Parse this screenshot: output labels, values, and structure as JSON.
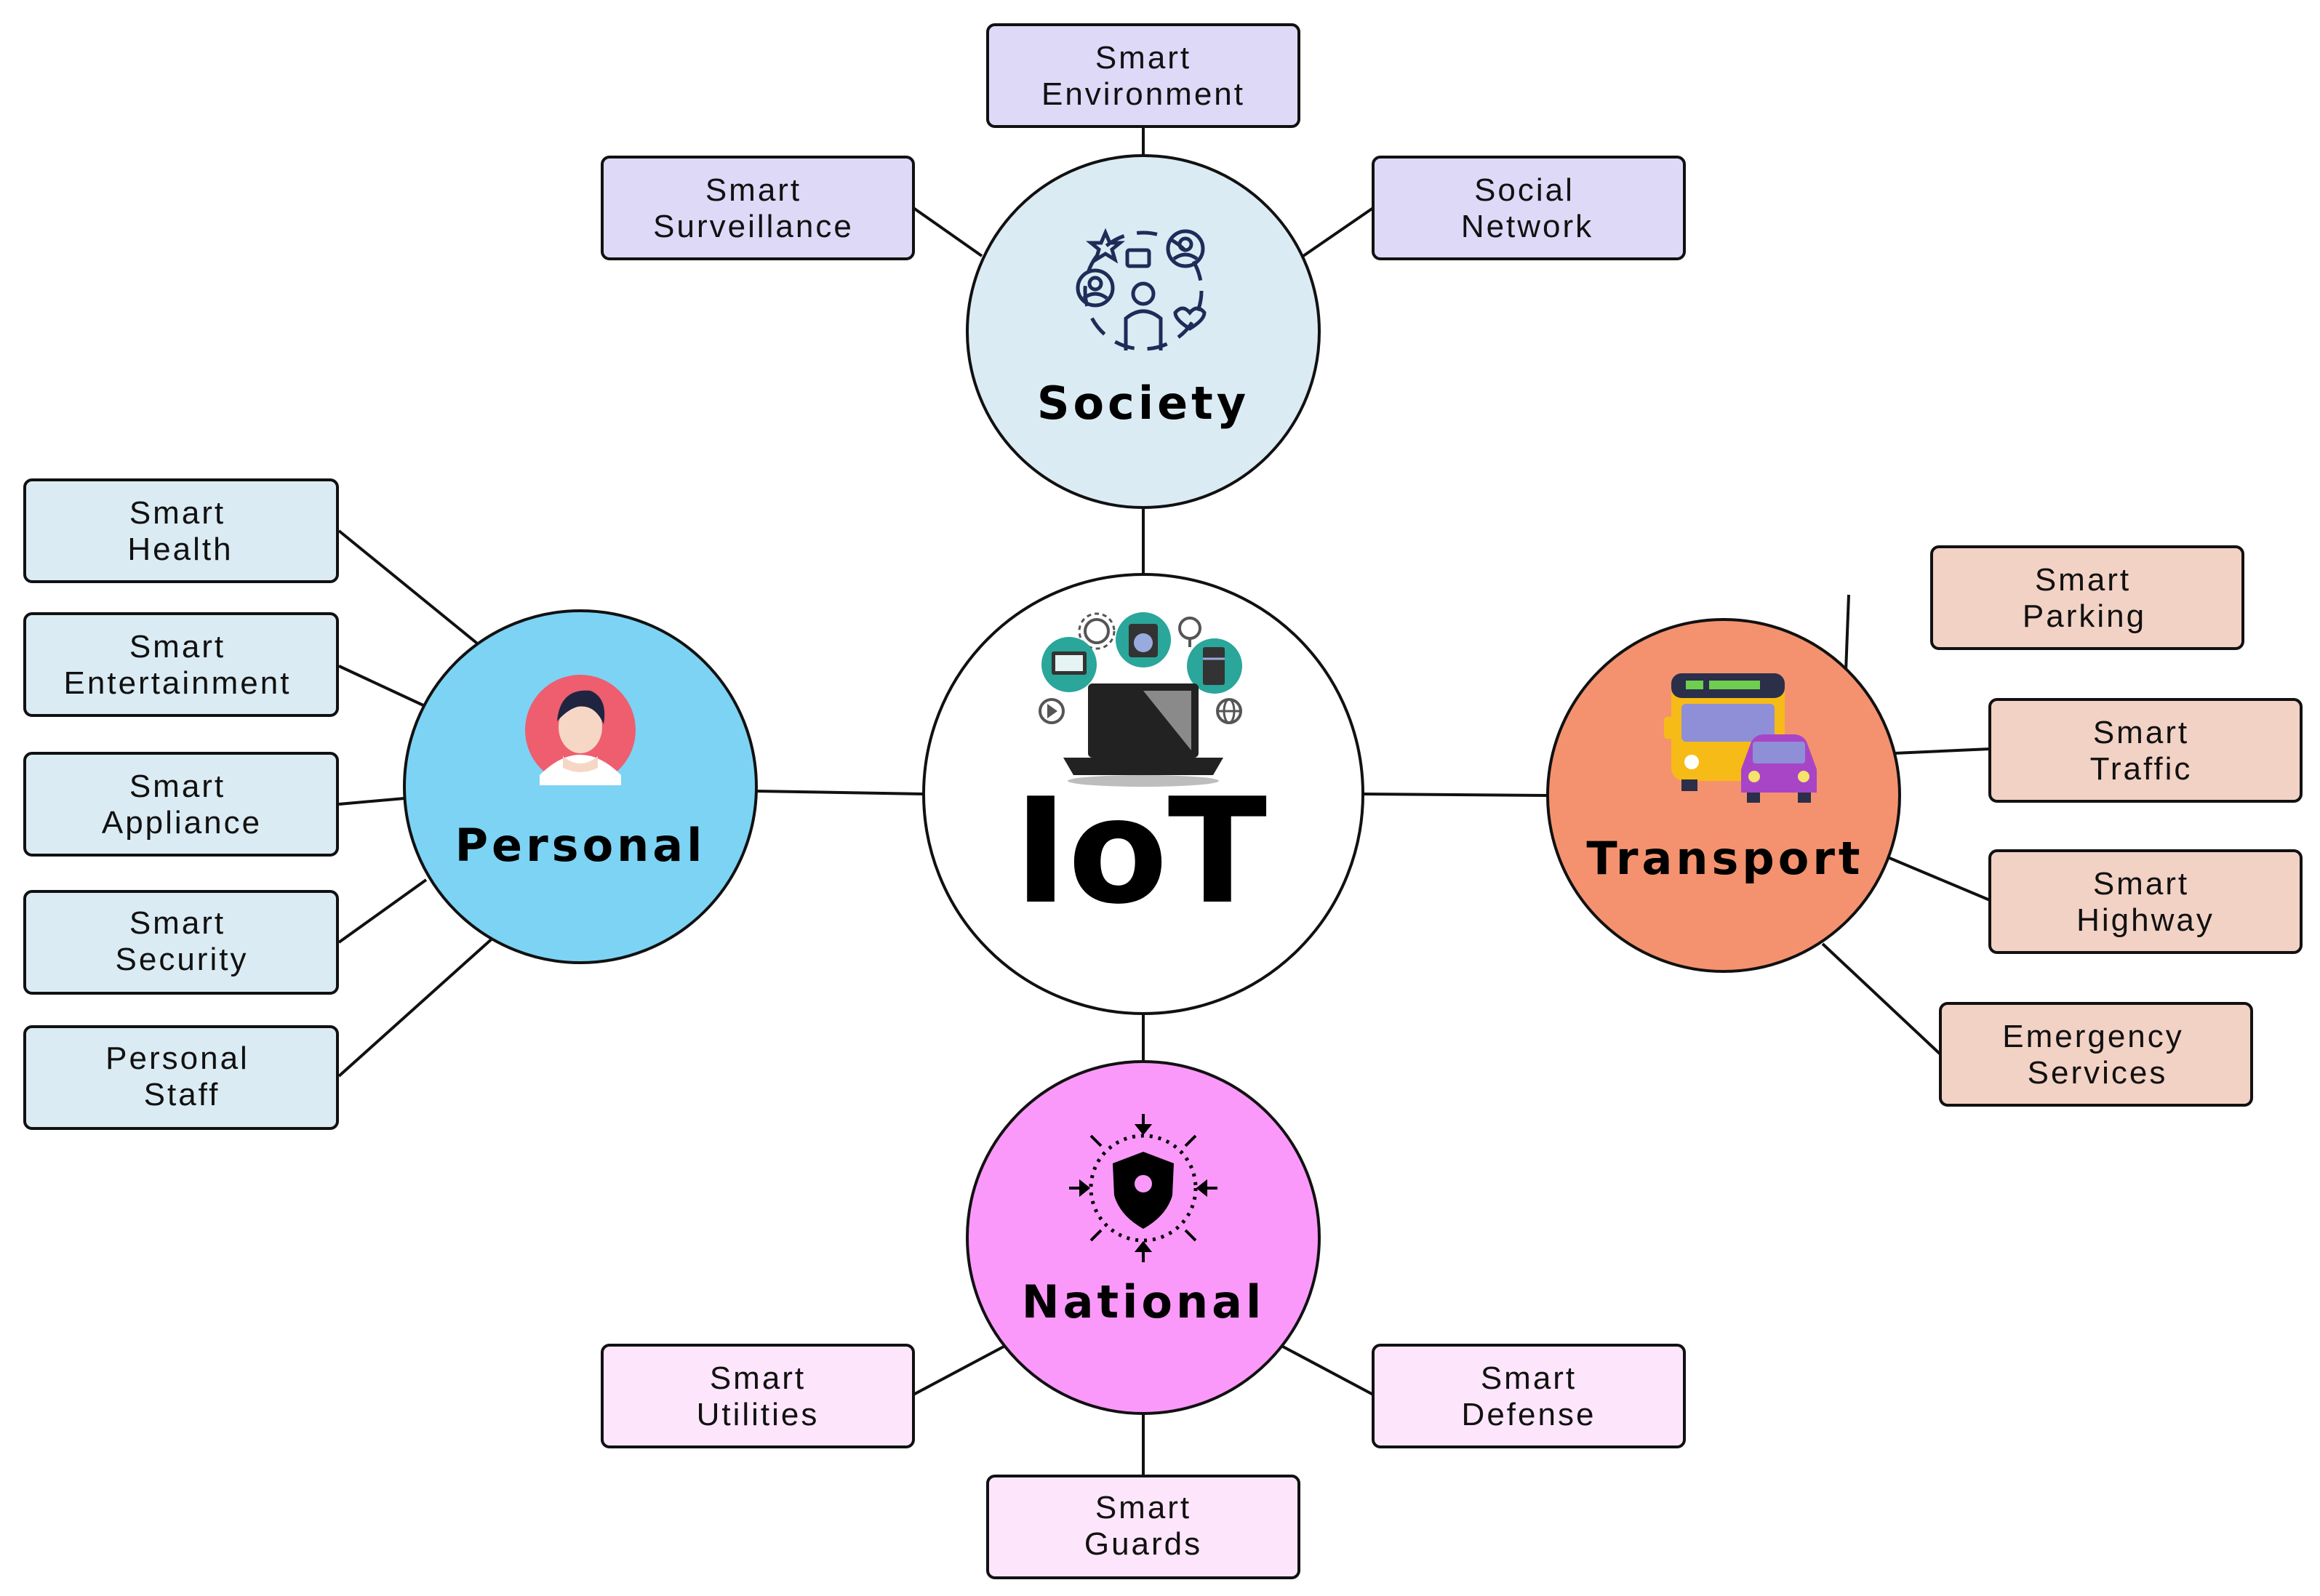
{
  "center": {
    "label": "IoT",
    "fill": "#ffffff",
    "icon": "laptop-with-devices-icon"
  },
  "hubs": {
    "society": {
      "label": "Society",
      "fill": "#dbebf3",
      "icon": "people-network-icon",
      "leaves": {
        "environment": {
          "lines": [
            "Smart",
            "Environment"
          ],
          "fill": "#ddd9f7"
        },
        "surveillance": {
          "lines": [
            "Smart",
            "Surveillance"
          ],
          "fill": "#ddd9f7"
        },
        "social": {
          "lines": [
            "Social",
            "Network"
          ],
          "fill": "#ddd9f7"
        }
      }
    },
    "personal": {
      "label": "Personal",
      "fill": "#7dd3f4",
      "icon": "person-avatar-icon",
      "leaves": {
        "health": {
          "lines": [
            "Smart",
            "Health"
          ],
          "fill": "#dbebf3"
        },
        "entertainment": {
          "lines": [
            "Smart",
            "Entertainment"
          ],
          "fill": "#dbebf3"
        },
        "appliance": {
          "lines": [
            "Smart",
            "Appliance"
          ],
          "fill": "#dbebf3"
        },
        "security": {
          "lines": [
            "Smart",
            "Security"
          ],
          "fill": "#dbebf3"
        },
        "staff": {
          "lines": [
            "Personal",
            "Staff"
          ],
          "fill": "#dbebf3"
        }
      }
    },
    "transport": {
      "label": "Transport",
      "fill": "#f4926f",
      "icon": "bus-and-car-icon",
      "leaves": {
        "parking": {
          "lines": [
            "Smart",
            "Parking"
          ],
          "fill": "#f2d2c5"
        },
        "traffic": {
          "lines": [
            "Smart",
            "Traffic"
          ],
          "fill": "#f2d2c5"
        },
        "highway": {
          "lines": [
            "Smart",
            "Highway"
          ],
          "fill": "#f2d2c5"
        },
        "emergency": {
          "lines": [
            "Emergency",
            "Services"
          ],
          "fill": "#f2d2c5"
        }
      }
    },
    "national": {
      "label": "National",
      "fill": "#fb99fb",
      "icon": "shield-defense-icon",
      "leaves": {
        "utilities": {
          "lines": [
            "Smart",
            "Utilities"
          ],
          "fill": "#fde6fc"
        },
        "guards": {
          "lines": [
            "Smart",
            "Guards"
          ],
          "fill": "#fde6fc"
        },
        "defense": {
          "lines": [
            "Smart",
            "Defense"
          ],
          "fill": "#fde6fc"
        }
      }
    }
  }
}
